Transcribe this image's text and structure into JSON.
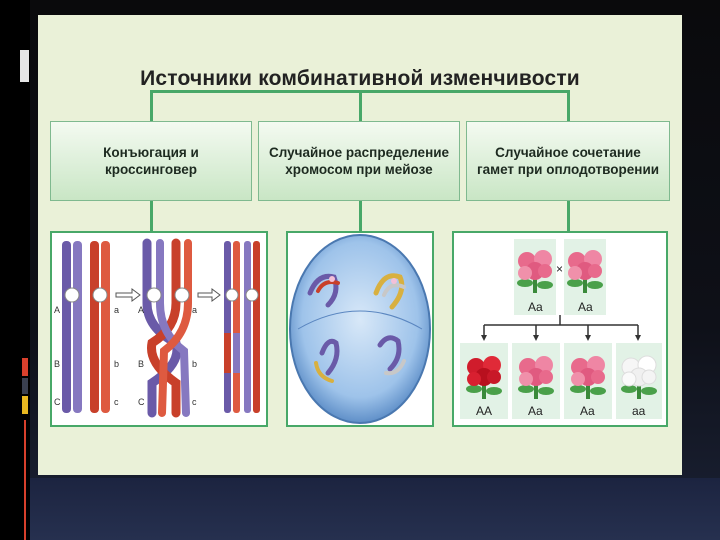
{
  "title": "Источники комбинативной изменчивости",
  "sources": [
    {
      "label_1": "Конъюгация и",
      "label_2": "кроссинговер"
    },
    {
      "label_1": "Случайное распределение",
      "label_2": "хромосом при мейозе"
    },
    {
      "label_1": "Случайное сочетание",
      "label_2": "гамет при оплодотворении"
    }
  ],
  "chromosome_labels": [
    "A",
    "a",
    "B",
    "b",
    "C",
    "c"
  ],
  "flowers": {
    "parents": [
      "Aa",
      "Aa"
    ],
    "cross_symbol": "×",
    "offspring": [
      "AA",
      "Aa",
      "Aa",
      "aa"
    ]
  },
  "colors": {
    "panel": "#eaf1d8",
    "connector": "#48a868",
    "chromosome_red": "#c8402a",
    "chromosome_purple": "#6a5aa8",
    "cell": "#9ec3ea",
    "flower_pink": "#e86a8c",
    "flower_red": "#d01c2c",
    "flower_white": "#f6f6f6",
    "accent_yellow": "#e8b820",
    "accent_red": "#d8402c"
  }
}
